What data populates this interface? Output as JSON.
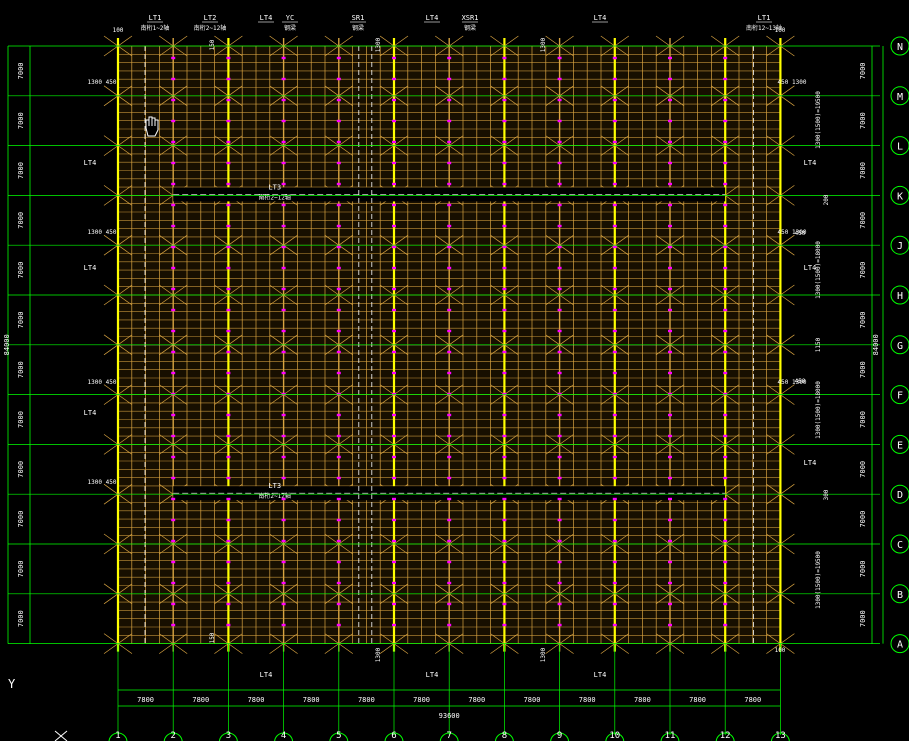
{
  "drawing": {
    "colors": {
      "background": "#000000",
      "grid_lines": "#00ff00",
      "truss": "#d9a441",
      "truss_main": "#ffff00",
      "purlin_points": "#ff00ff",
      "annotation": "#ffffff"
    },
    "row_labels": [
      "N",
      "M",
      "L",
      "K",
      "J",
      "H",
      "G",
      "F",
      "E",
      "D",
      "C",
      "B",
      "A"
    ],
    "column_labels": [
      "1",
      "2",
      "3",
      "4",
      "5",
      "6",
      "7",
      "8",
      "9",
      "10",
      "11",
      "12",
      "13"
    ],
    "bay_dimensions_x": [
      "7800",
      "7800",
      "7800",
      "7800",
      "7800",
      "7800",
      "7800",
      "7800",
      "7800",
      "7800",
      "7800",
      "7800"
    ],
    "overall_dimension_x": "93600",
    "bay_dimensions_y_left": [
      "7000",
      "7000",
      "7000",
      "7000",
      "7000",
      "7000",
      "7000",
      "7000",
      "7000",
      "7000",
      "7000",
      "7000"
    ],
    "bay_dimensions_y_right": [
      "7000",
      "7000",
      "7000",
      "7000",
      "7000",
      "7000",
      "7000",
      "7000",
      "7000",
      "7000",
      "7000",
      "7000"
    ],
    "overall_dimension_y": "84000",
    "top_tags": [
      {
        "text": "LT1",
        "sub": "南桁1~2轴"
      },
      {
        "text": "LT2",
        "sub": "南桁2~12轴"
      },
      {
        "text": "LT4",
        "sub": ""
      },
      {
        "text": "YC",
        "sub": "钢梁"
      },
      {
        "text": "SR1",
        "sub": "钢梁"
      },
      {
        "text": "LT4",
        "sub": ""
      },
      {
        "text": "XSR1",
        "sub": "钢梁"
      },
      {
        "text": "LT4",
        "sub": ""
      },
      {
        "text": "LT1",
        "sub": "南桁12~13轴"
      }
    ],
    "band_tags": [
      {
        "text": "LT3",
        "sub": "南桁2~12轴"
      },
      {
        "text": "LT3",
        "sub": "南桁2~12轴"
      }
    ],
    "side_tags": [
      "LT4",
      "LT4",
      "LT4",
      "LT4",
      "LT4",
      "LT4"
    ],
    "bottom_tags": [
      "LT4",
      "LT4",
      "LT4"
    ],
    "small_dims": [
      "100",
      "150",
      "1300",
      "1300 450",
      "450 1300",
      "450",
      "1150",
      "200",
      "300",
      "1300(1500)=19500",
      "1300(1500)=18000",
      "1300(1500)=18000",
      "1300(1500)=19500"
    ],
    "axis_marker": "Y"
  }
}
